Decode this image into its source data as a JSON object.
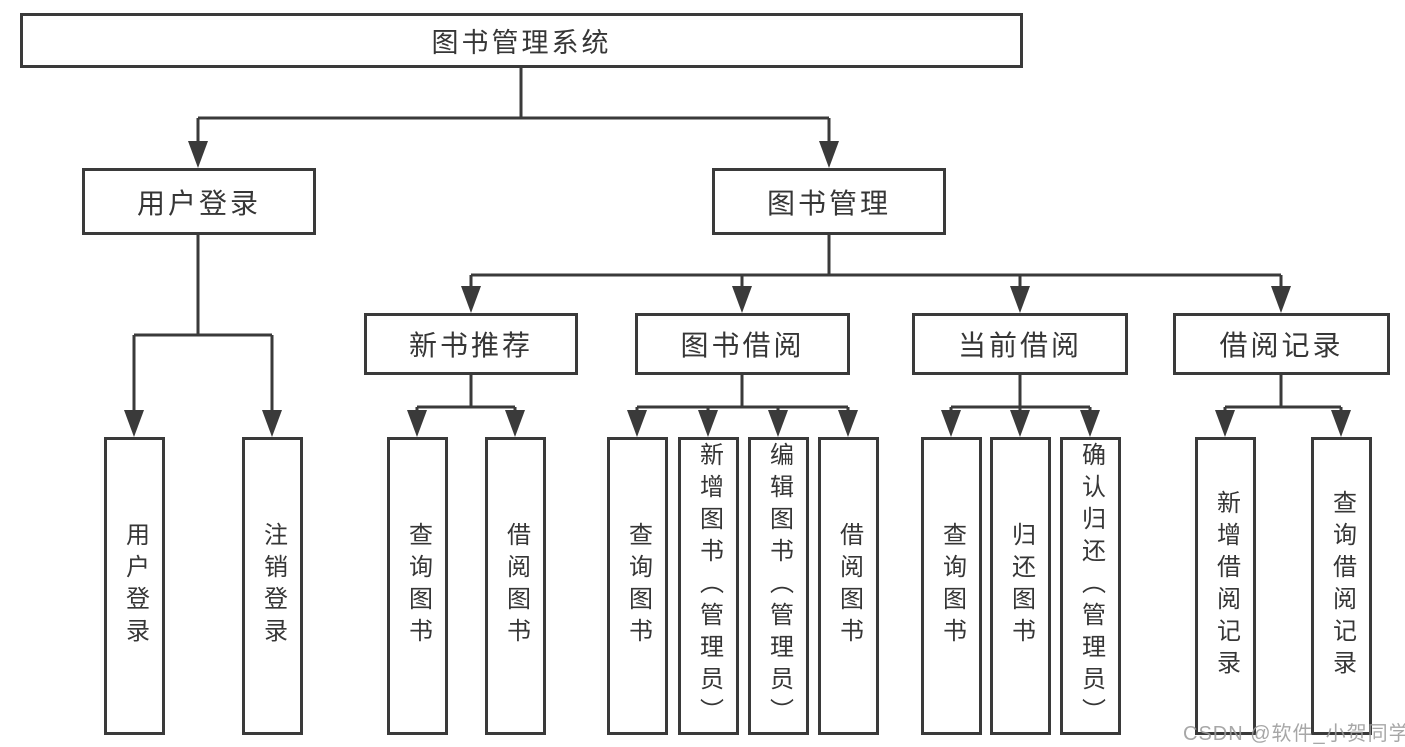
{
  "diagram": {
    "tree": {
      "root": "图书管理系统",
      "user_login": {
        "label": "用户登录",
        "children": [
          "用户登录",
          "注销登录"
        ]
      },
      "book_mgmt": {
        "label": "图书管理",
        "groups": [
          {
            "label": "新书推荐",
            "children": [
              "查询图书",
              "借阅图书"
            ]
          },
          {
            "label": "图书借阅",
            "children": [
              "查询图书",
              "新增图书（管理员）",
              "编辑图书（管理员）",
              "借阅图书"
            ]
          },
          {
            "label": "当前借阅",
            "children": [
              "查询图书",
              "归还图书",
              "确认归还（管理员）"
            ]
          },
          {
            "label": "借阅记录",
            "children": [
              "新增借阅记录",
              "查询借阅记录"
            ]
          }
        ]
      }
    },
    "watermark": {
      "text": "CSDN @软件_小贺同学"
    },
    "colors": {
      "line": "#3a3a3a",
      "box_border": "#3a3a3a",
      "text": "#363636",
      "watermark": "#9b9b9b",
      "background": "#ffffff"
    }
  }
}
